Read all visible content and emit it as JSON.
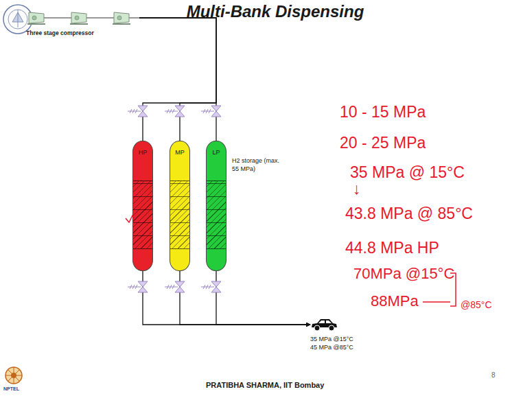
{
  "diagram": {
    "title": "Multi-Bank Dispensing",
    "nodes": [
      {
        "text": [
          "Three stage compressor"
        ]
      },
      {
        "text": [
          "HP"
        ]
      },
      {
        "text": [
          "MP"
        ]
      },
      {
        "text": [
          "LP"
        ]
      },
      {
        "text": [
          "35 MPa @15°C",
          "45 MPa @85°C"
        ]
      }
    ],
    "edges": [
      {
        "from": 0,
        "to": 1,
        "arrow": "none"
      },
      {
        "from": 0,
        "to": 2,
        "arrow": "none"
      },
      {
        "from": 0,
        "to": 3,
        "arrow": "none"
      },
      {
        "from": 1,
        "to": 4,
        "arrow": "to"
      },
      {
        "from": 2,
        "to": 4,
        "arrow": "to"
      },
      {
        "from": 3,
        "to": 4,
        "arrow": "to"
      }
    ],
    "labels": [
      "H2 storage (max. 55 MPa)",
      "10 - 15 MPa",
      "20 - 25 MPa",
      "35 MPa @ 15°C",
      "↓",
      "43.8 MPa @ 85°C",
      "44.8 MPa HP",
      "70MPa @15°C",
      "88MPa",
      "@85°C",
      "PRATIBHA SHARMA, IIT Bombay",
      "8",
      "NPTEL"
    ]
  }
}
